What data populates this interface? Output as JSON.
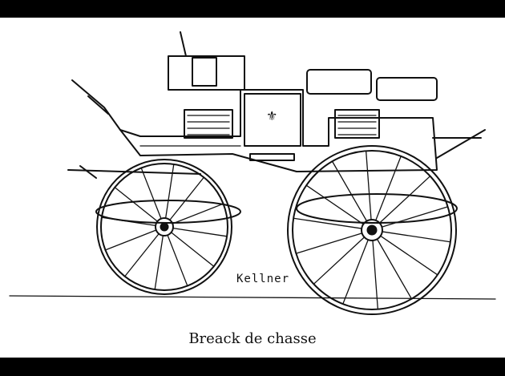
{
  "illustration": {
    "subject": "carriage-engraving",
    "signature": "Kellner",
    "caption": "Breack de chasse"
  }
}
